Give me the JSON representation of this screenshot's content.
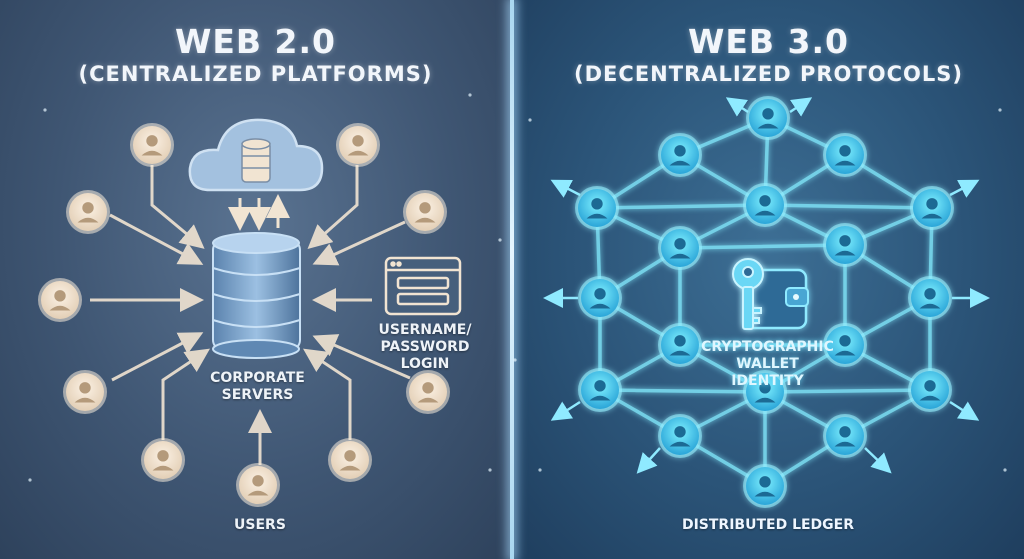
{
  "left": {
    "title": "WEB 2.0",
    "subtitle": "(CENTRALIZED PLATFORMS)",
    "server_label": "CORPORATE SERVERS",
    "server_label_line1": "CORPORATE",
    "server_label_line2": "SERVERS",
    "login_label_line1": "USERNAME/",
    "login_label_line2": "PASSWORD",
    "login_label_line3": "LOGIN",
    "users_label": "USERS",
    "icons": [
      "cloud-icon",
      "database-icon",
      "login-form-icon",
      "user-icon"
    ]
  },
  "right": {
    "title": "WEB 3.0",
    "subtitle": "(DECENTRALIZED PROTOCOLS)",
    "wallet_label_line1": "CRYPTOGRAPHIC",
    "wallet_label_line2": "WALLET IDENTITY",
    "ledger_label": "DISTRIBUTED LEDGER",
    "icons": [
      "key-icon",
      "wallet-icon",
      "user-node-icon"
    ]
  },
  "colors": {
    "left_bg": "#3f5673",
    "right_bg": "#2b5478",
    "user_node_left": "#f3e2cf",
    "user_node_right": "#4fd3f0",
    "arrow_left": "#f1e4d2",
    "link_right": "#7fe3f7"
  }
}
